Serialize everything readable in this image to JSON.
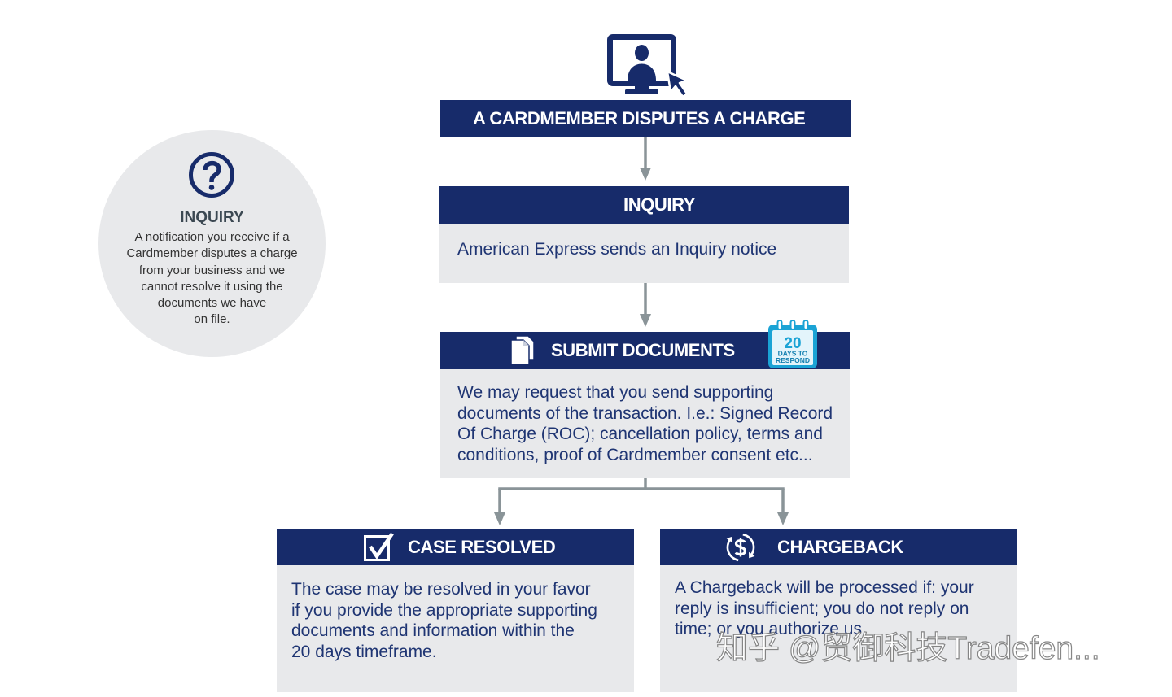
{
  "colors": {
    "navy": "#172b6a",
    "panel": "#e8e9eb",
    "connector": "#8a9498",
    "body_text": "#1f3573",
    "calendar": "#1aa3d5",
    "definition_title": "#3b4852",
    "definition_text": "#333333",
    "watermark": "#ffffff"
  },
  "definition": {
    "icon": "question-circle-icon",
    "title": "INQUIRY",
    "lines": [
      "A notification you receive if a",
      "Cardmember disputes a charge",
      "from your business and we",
      "cannot resolve it using the",
      "documents we have",
      "on file."
    ]
  },
  "steps": {
    "start": {
      "icon": "computer-user-icon",
      "title": "A CARDMEMBER DISPUTES A CHARGE"
    },
    "inquiry": {
      "title": "INQUIRY",
      "body_lines": [
        "American Express sends an Inquiry notice"
      ]
    },
    "submit_documents": {
      "icon": "documents-icon",
      "title": "SUBMIT DOCUMENTS",
      "deadline_badge": {
        "icon": "calendar-icon",
        "number": "20",
        "line1": "DAYS TO",
        "line2": "RESPOND"
      },
      "body_lines": [
        "We may request that you send supporting",
        "documents of the transaction. I.e.: Signed Record",
        "Of Charge (ROC); cancellation policy, terms and",
        "conditions, proof of Cardmember consent etc..."
      ]
    },
    "case_resolved": {
      "icon": "checkbox-icon",
      "title": "CASE RESOLVED",
      "body_lines": [
        "The case may be resolved in your favor",
        "if you provide the appropriate supporting",
        "documents and information within the",
        "20 days timeframe."
      ]
    },
    "chargeback": {
      "icon": "dollar-cycle-icon",
      "title": "CHARGEBACK",
      "body_lines": [
        "A Chargeback will be processed if: your",
        "reply is insufficient; you do not reply on",
        "time; or you authorize us."
      ]
    }
  },
  "watermark": {
    "text": "知乎 @贸御科技Tradefen..."
  }
}
